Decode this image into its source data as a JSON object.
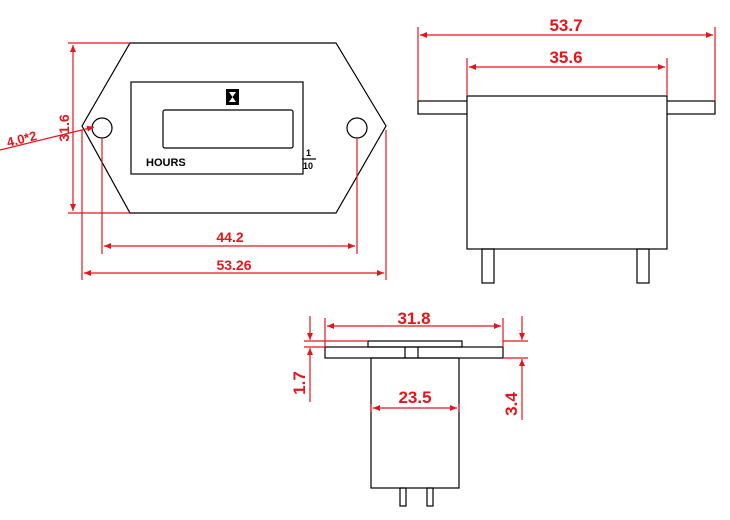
{
  "front_view": {
    "brand_text": "HOURS",
    "fraction_numerator": "1",
    "fraction_denominator": "10",
    "dim_hole_spacing": "44.2",
    "dim_total_width": "53.26",
    "dim_height": "31.6",
    "dim_holes": "4.0*2"
  },
  "side_view": {
    "dim_flange_width": "53.7",
    "dim_body_width": "35.6"
  },
  "bottom_view": {
    "dim_flange_width": "31.8",
    "dim_body_width": "23.5",
    "dim_flange_thickness": "1.7",
    "dim_bezel_thickness": "3.4"
  },
  "colors": {
    "dimension": "#e4161b",
    "outline": "#000000"
  }
}
